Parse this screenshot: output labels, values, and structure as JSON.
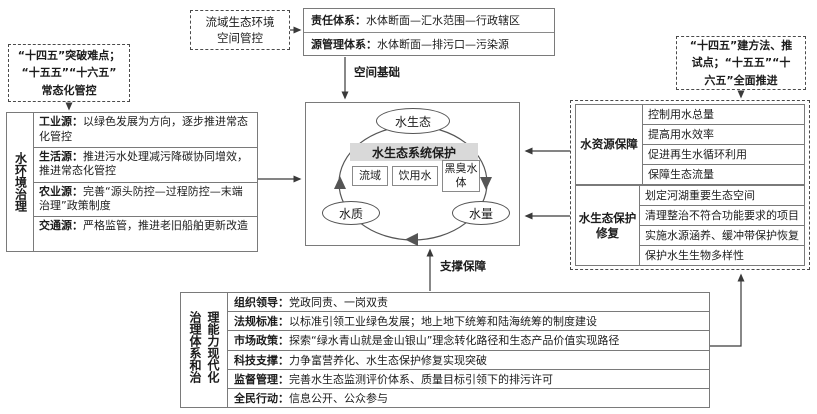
{
  "colors": {
    "band_gray": "#d9d9d9",
    "connector": "#3a3a3a",
    "border": "#7a7a7a"
  },
  "top_flow": {
    "space_control": {
      "line1": "流域生态环境",
      "line2": "空间管控"
    },
    "system_box": {
      "rows": [
        {
          "label": "责任体系：",
          "text": "水体断面—汇水范围—行政辖区"
        },
        {
          "label": "源管理体系：",
          "text": "水体断面—排污口—污染源"
        }
      ]
    },
    "space_basis_label": "空间基础"
  },
  "notes": {
    "left": {
      "lines": [
        "“十四五”突破难点；",
        "“十五五”“十六五”",
        "常态化管控"
      ]
    },
    "right": {
      "lines": [
        "“十四五”建方法、推",
        "试点；“十五五”“十",
        "六五”全面推进"
      ]
    }
  },
  "left_panel": {
    "title": "水环境治理",
    "rows": [
      {
        "label": "工业源：",
        "text": "以绿色发展为方向，逐步推进常态化管控"
      },
      {
        "label": "生活源：",
        "text": "推进污水处理减污降碳协同增效，推进常态化管控"
      },
      {
        "label": "农业源：",
        "text": "完善“源头防控—过程防控—末端治理”政策制度"
      },
      {
        "label": "交通源：",
        "text": "严格监管，推进老旧船舶更新改造"
      }
    ]
  },
  "center": {
    "top_node": "水生态",
    "banner": "水生态系统保护",
    "chips": [
      "流域",
      "饮用水",
      "黑臭水体"
    ],
    "left_node": "水质",
    "right_node": "水量"
  },
  "right_panel": {
    "sections": [
      {
        "title": "水资源保障",
        "items": [
          "控制用水总量",
          "提高用水效率",
          "促进再生水循环利用",
          "保障生态流量"
        ]
      },
      {
        "title": "水生态保护修复",
        "items": [
          "划定河湖重要生态空间",
          "清理整治不符合功能要求的项目",
          "实施水源涵养、缓冲带保护恢复",
          "保护水生生物多样性"
        ]
      }
    ]
  },
  "bottom_panel": {
    "title": "治理体系和治理能力现代化",
    "rows": [
      {
        "label": "组织领导：",
        "text": "党政同责、一岗双责"
      },
      {
        "label": "法规标准：",
        "text": "以标准引领工业绿色发展；地上地下统筹和陆海统筹的制度建设"
      },
      {
        "label": "市场政策：",
        "text": "探索“绿水青山就是金山银山”理念转化路径和生态产品价值实现路径"
      },
      {
        "label": "科技支撑：",
        "text": "力争富营养化、水生态保护修复实现突破"
      },
      {
        "label": "监督管理：",
        "text": "完善水生态监测评价体系、质量目标引领下的排污许可"
      },
      {
        "label": "全民行动：",
        "text": "信息公开、公众参与"
      }
    ]
  },
  "support_label": "支撑保障"
}
